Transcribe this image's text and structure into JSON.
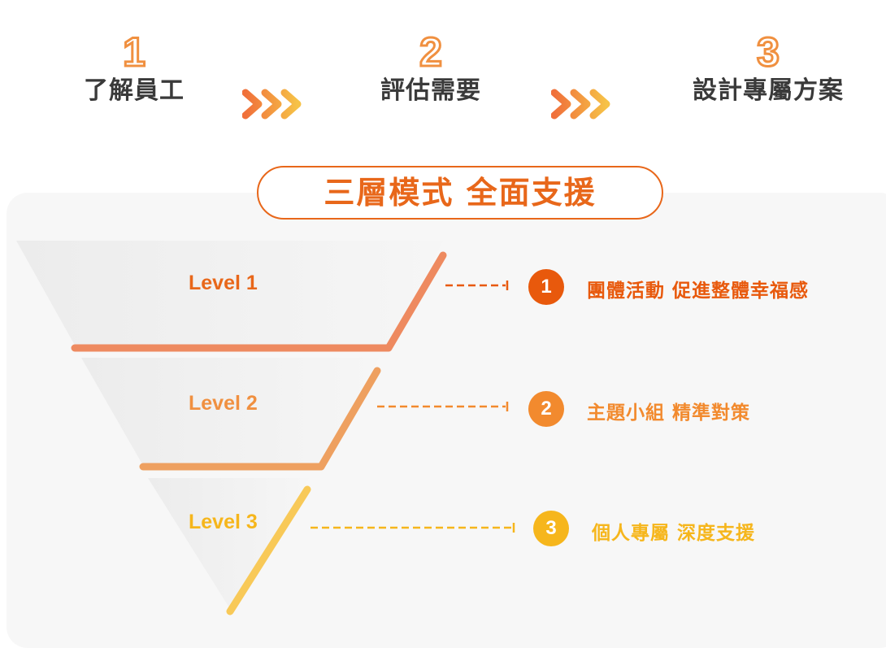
{
  "steps": [
    {
      "number": "1",
      "label": "了解員工"
    },
    {
      "number": "2",
      "label": "評估需要"
    },
    {
      "number": "3",
      "label": "設計專屬方案"
    }
  ],
  "title": "三層模式 全面支援",
  "levels": [
    {
      "label": "Level 1",
      "number": "1",
      "text": "團體活動  促進整體幸福感",
      "color": "#e8590c"
    },
    {
      "label": "Level 2",
      "number": "2",
      "text": "主題小組  精準對策",
      "color": "#f28a2e"
    },
    {
      "label": "Level 3",
      "number": "3",
      "text": "個人專屬  深度支援",
      "color": "#f6b61c"
    }
  ],
  "colors": {
    "accent": "#e8671a",
    "arrow_start": "#f07a3a",
    "arrow_end": "#f6c247",
    "panel": "#f7f7f7"
  }
}
